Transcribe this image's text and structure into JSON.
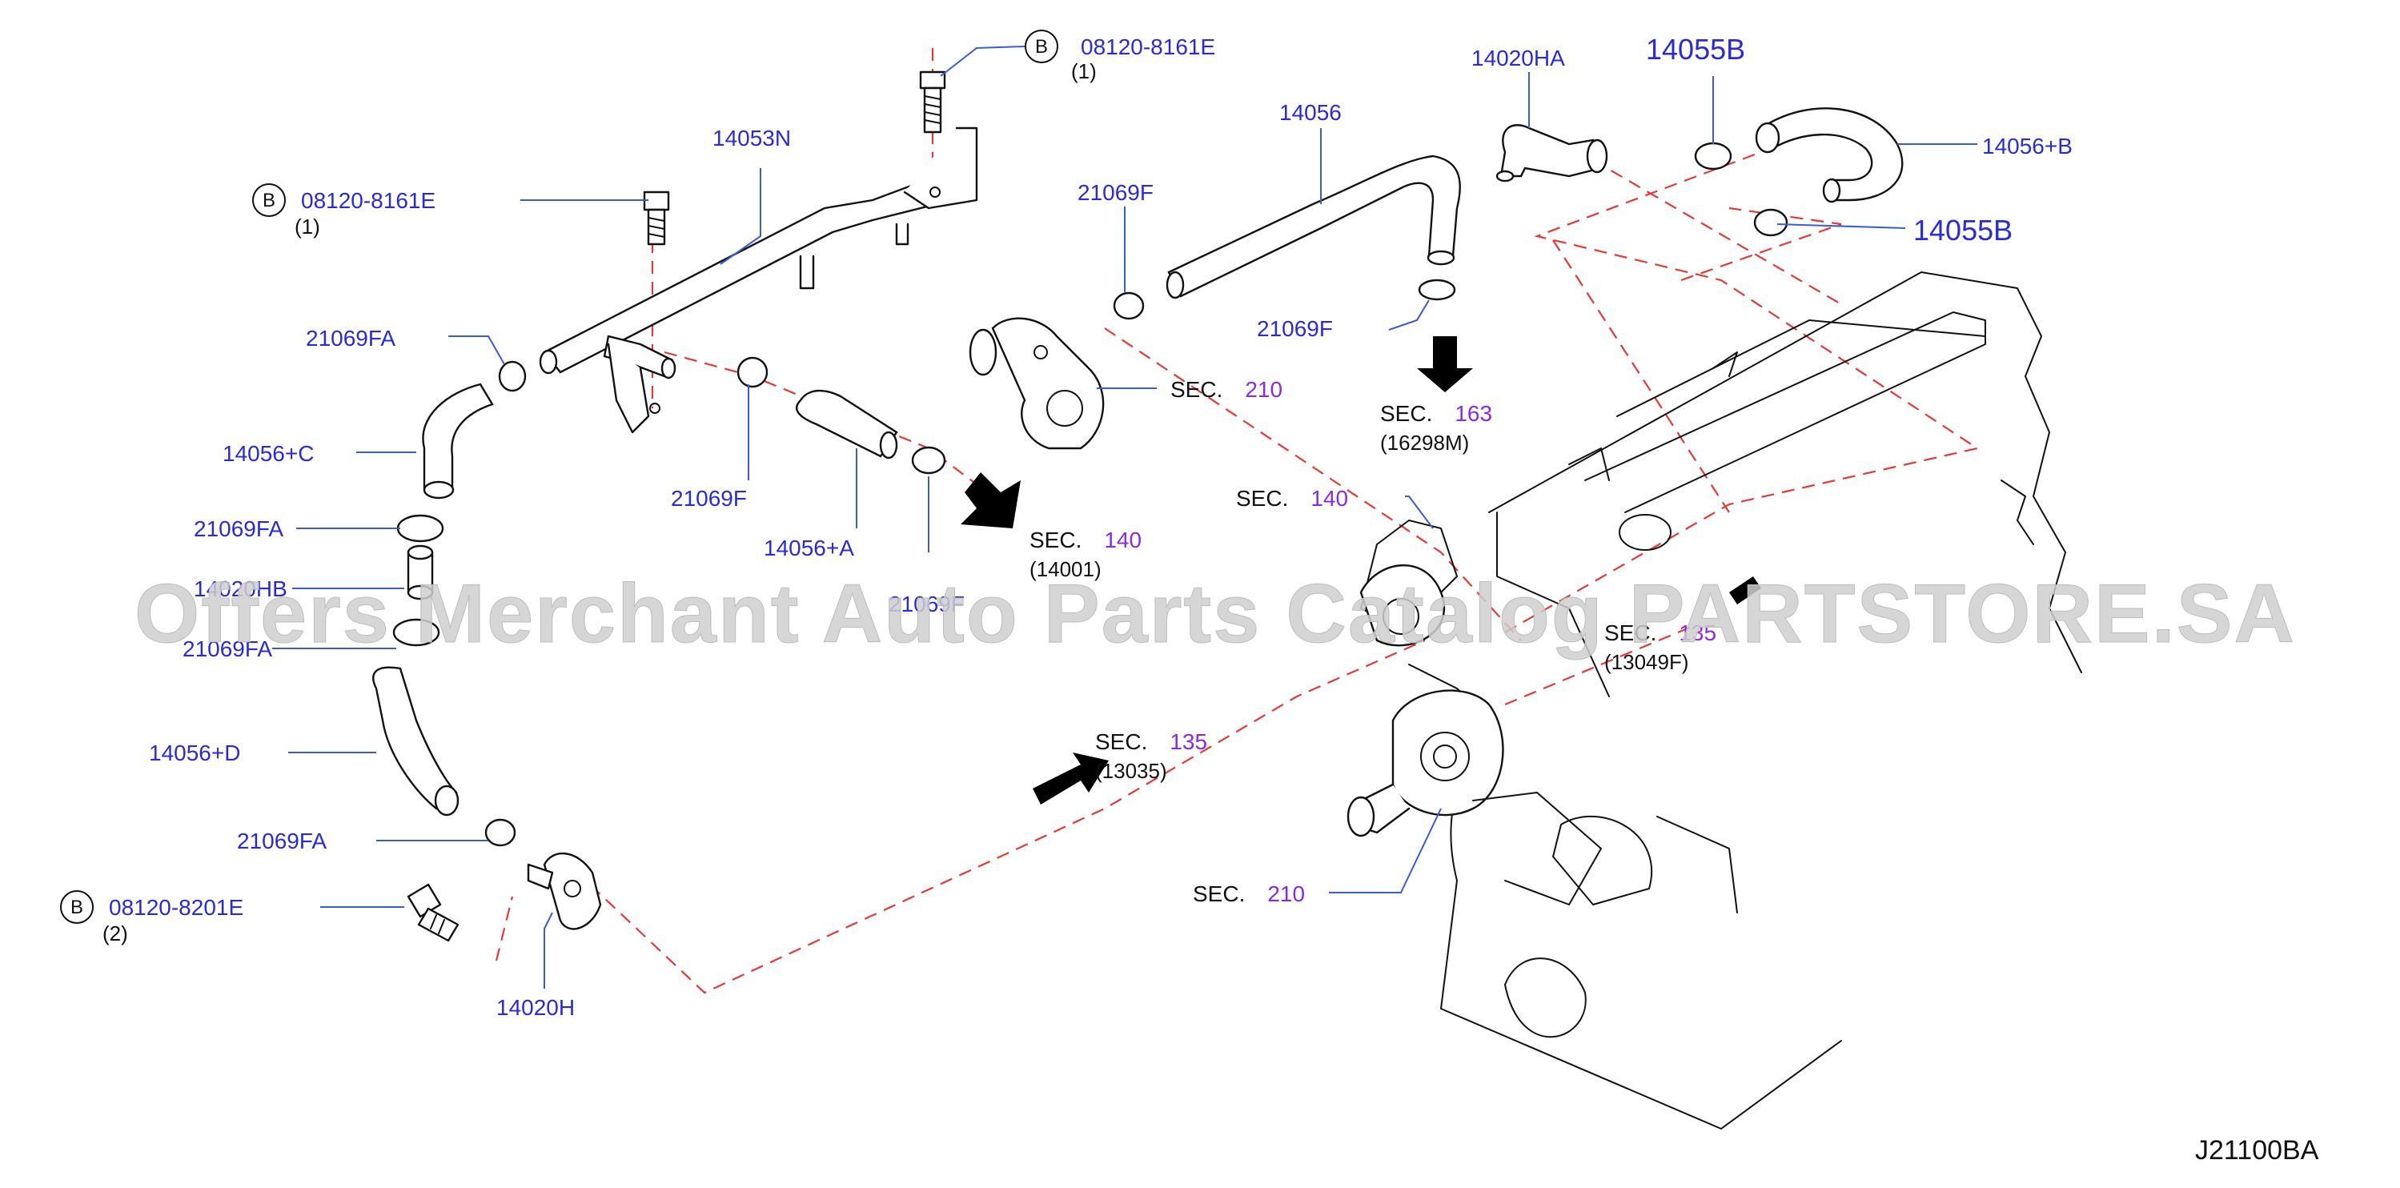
{
  "parts": {
    "p14053N": "14053N",
    "p08120_8161E_top": "08120-8161E",
    "p08120_8161E_left": "08120-8161E",
    "p08120_8201E": "08120-8201E",
    "qty1_top": "(1)",
    "qty1_left": "(1)",
    "qty2": "(2)",
    "p21069FA_1": "21069FA",
    "p21069FA_2": "21069FA",
    "p21069FA_3": "21069FA",
    "p21069FA_4": "21069FA",
    "p14056C": "14056+C",
    "p14020HB": "14020HB",
    "p14056D": "14056+D",
    "p14020H": "14020H",
    "p21069F_1": "21069F",
    "p21069F_2": "21069F",
    "p21069F_3": "21069F",
    "p21069F_4": "21069F",
    "p14056A": "14056+A",
    "p14056": "14056",
    "p14020HA": "14020HA",
    "p14055B_1": "14055B",
    "p14055B_2": "14055B",
    "p14056B": "14056+B"
  },
  "bolt_marker": "B",
  "sections": {
    "sec_label": "SEC.",
    "s210_top": "210",
    "s163": "163",
    "s163_sub": "(16298M)",
    "s140_mid": "140",
    "s140_arrow": "140",
    "s140_sub": "(14001)",
    "s135_right": "135",
    "s135_right_sub": "(13049F)",
    "s135_mid": "135",
    "s135_mid_sub": "(13035)",
    "s210_bottom": "210"
  },
  "watermark": "Offers Merchant Auto Parts Catalog PARTSTORE.SA",
  "diagram_code": "J21100BA"
}
